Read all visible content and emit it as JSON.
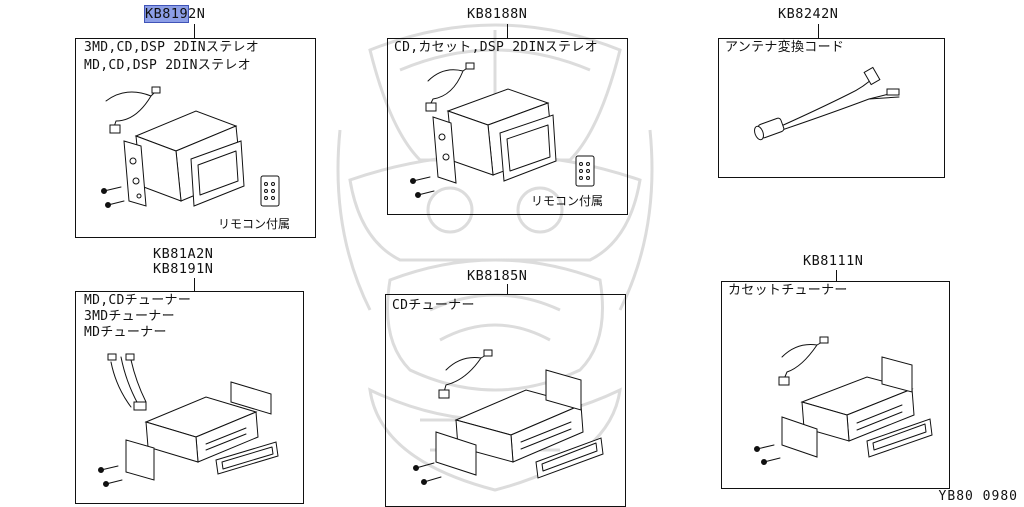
{
  "parts": [
    {
      "id": "p1",
      "codes": [
        "KB8192N"
      ],
      "highlight": "KB819",
      "desc": [
        "3MD,CD,DSP 2DINステレオ",
        "MD,CD,DSP 2DINステレオ"
      ],
      "note": "リモコン付属"
    },
    {
      "id": "p2",
      "codes": [
        "KB8188N"
      ],
      "desc": [
        "CD,カセット,DSP 2DINステレオ"
      ],
      "note": "リモコン付属"
    },
    {
      "id": "p3",
      "codes": [
        "KB8242N"
      ],
      "desc": [
        "アンテナ変換コード"
      ]
    },
    {
      "id": "p4",
      "codes": [
        "KB81A2N",
        "KB8191N"
      ],
      "desc": [
        "MD,CDチューナー",
        "3MDチューナー",
        "MDチューナー"
      ]
    },
    {
      "id": "p5",
      "codes": [
        "KB8185N"
      ],
      "desc": [
        "CDチューナー"
      ]
    },
    {
      "id": "p6",
      "codes": [
        "KB8111N"
      ],
      "desc": [
        "カセットチューナー"
      ]
    }
  ],
  "footer": "YB80 0980"
}
